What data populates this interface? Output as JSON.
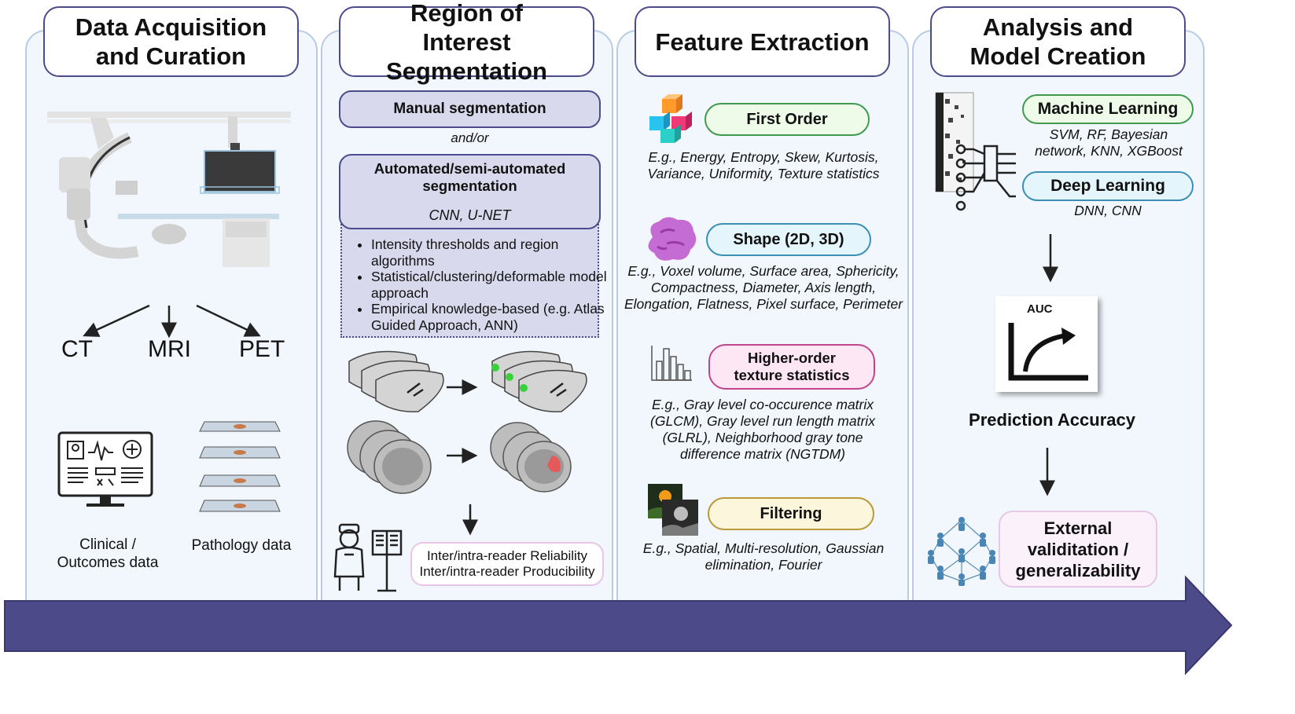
{
  "stages": {
    "acquisition": {
      "title": "Data Acquisition and Curation",
      "modalities": [
        "CT",
        "MRI",
        "PET"
      ],
      "clinical_label": "Clinical / Outcomes data",
      "pathology_label": "Pathology data"
    },
    "segmentation": {
      "title": "Region of Interest Segmentation",
      "manual": "Manual segmentation",
      "andor": "and/or",
      "automated": "Automated/semi-automated segmentation",
      "automated_examples": "CNN, U-NET",
      "methods": [
        "Intensity thresholds and region algorithms",
        "Statistical/clustering/deformable model approach",
        "Empirical knowledge-based (e.g. Atlas Guided Approach, ANN)"
      ],
      "reliability_line1": "Inter/intra-reader Reliability",
      "reliability_line2": "Inter/intra-reader Producibility"
    },
    "features": {
      "title": "Feature Extraction",
      "groups": [
        {
          "label": "First Order",
          "desc": "E.g., Energy, Entropy, Skew, Kurtosis, Variance, Uniformity, Texture statistics",
          "color": "#3f9a4e",
          "fill": "#eefbe9"
        },
        {
          "label": "Shape (2D, 3D)",
          "desc": "E.g., Voxel volume, Surface area, Sphericity, Compactness, Diameter, Axis length, Elongation, Flatness, Pixel surface, Perimeter",
          "color": "#3b8fb5",
          "fill": "#e4f6fb"
        },
        {
          "label": "Higher-order texture statistics",
          "desc": "E.g., Gray level co-occurence matrix (GLCM), Gray level run length matrix (GLRL), Neighborhood gray tone difference matrix (NGTDM)",
          "color": "#c2458c",
          "fill": "#fde7f4"
        },
        {
          "label": "Filtering",
          "desc": "E.g., Spatial, Multi-resolution, Gaussian elimination, Fourier",
          "color": "#b99a3a",
          "fill": "#fcf6dc"
        }
      ]
    },
    "analysis": {
      "title": "Analysis and Model Creation",
      "ml_label": "Machine Learning",
      "ml_desc": "SVM, RF, Bayesian network, KNN, XGBoost",
      "dl_label": "Deep Learning",
      "dl_desc": "DNN, CNN",
      "auc_label": "AUC",
      "accuracy_label": "Prediction Accuracy",
      "validation_label": "External validitation / generalizability"
    }
  },
  "colors": {
    "header_border": "#4c4c8c",
    "timeline_arrow": "#4d4a8a",
    "panel_fill": "#f1f7fc",
    "segmentation_box": "#d9d9ee"
  }
}
